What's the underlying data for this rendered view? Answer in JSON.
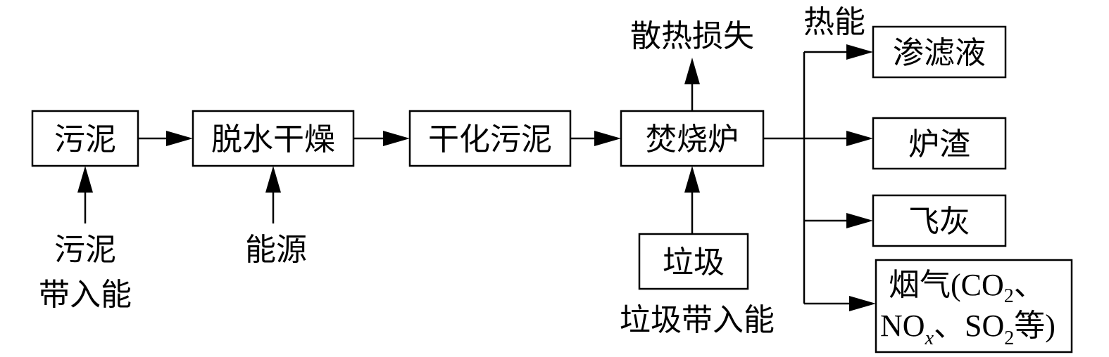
{
  "nodes": {
    "sludge": "污泥",
    "dewater_dry": "脱水干燥",
    "dried_sludge": "干化污泥",
    "incinerator": "焚烧炉",
    "garbage": "垃圾",
    "leachate": "渗滤液",
    "slag": "炉渣",
    "fly_ash": "飞灰",
    "flue_gas": {
      "line1_prefix": "烟气(CO",
      "line1_sub": "2",
      "line1_suffix": "、",
      "line2_a": "NO",
      "line2_sub_x": "x",
      "line2_b": "、SO",
      "line2_sub_2": "2",
      "line2_c": "等)"
    }
  },
  "labels": {
    "sludge_energy_line1": "污泥",
    "sludge_energy_line2": "带入能",
    "energy_source": "能源",
    "heat_loss": "散热损失",
    "heat_energy": "热能",
    "garbage_energy": "垃圾带入能"
  }
}
